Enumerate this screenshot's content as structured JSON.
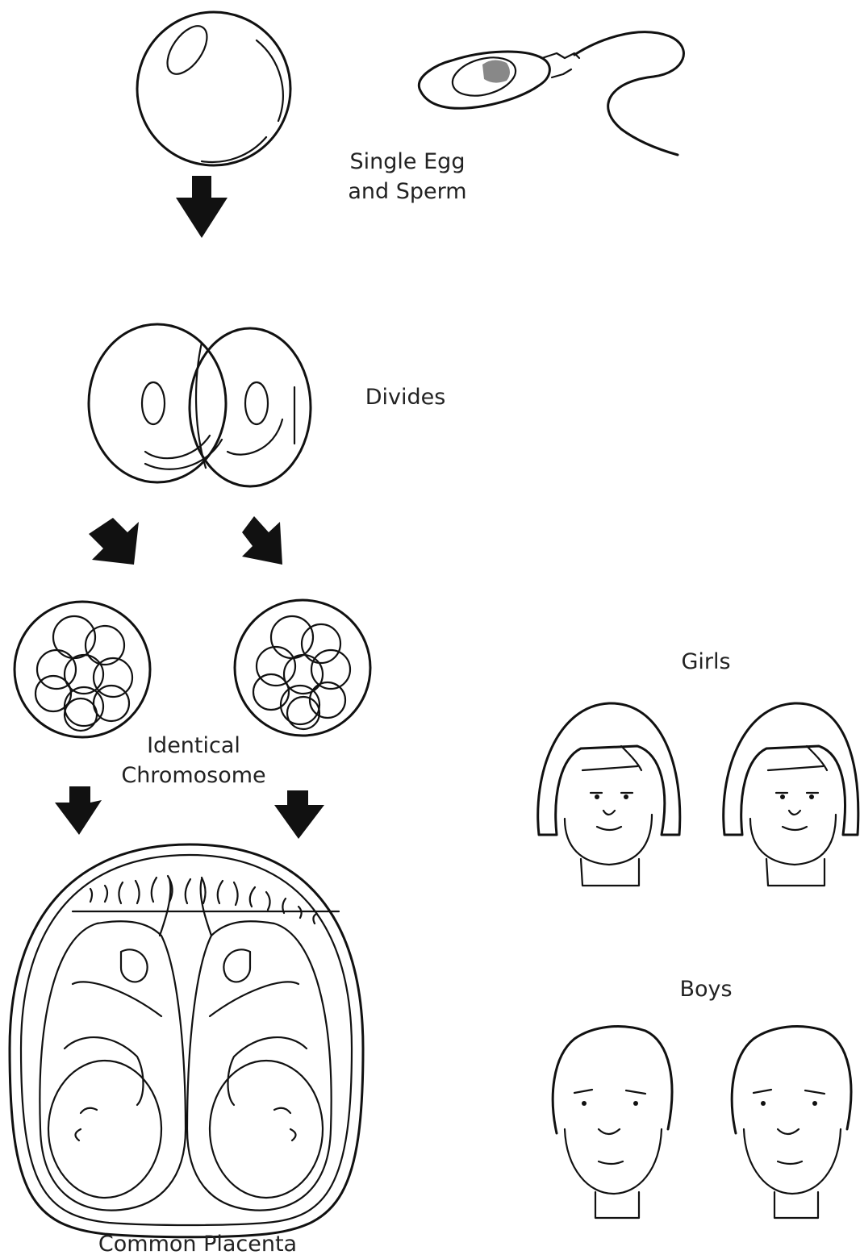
{
  "labels": {
    "egg_sperm": [
      "Single Egg",
      "and Sperm"
    ],
    "divides": "Divides",
    "identical": [
      "Identical",
      "Chromosome"
    ],
    "placenta": "Common Placenta",
    "girls": "Girls",
    "boys": "Boys"
  },
  "icons": {
    "egg": "egg-cell-icon",
    "sperm": "sperm-cell-icon",
    "dividing": "dividing-cell-icon",
    "morula": "morula-cluster-icon",
    "womb": "twins-in-womb-icon",
    "girl_face": "girl-face-icon",
    "boy_face": "boy-face-icon",
    "arrow": "down-arrow-icon"
  },
  "colors": {
    "ink": "#111111",
    "sperm_nucleus": "#888888",
    "background": "#ffffff"
  }
}
